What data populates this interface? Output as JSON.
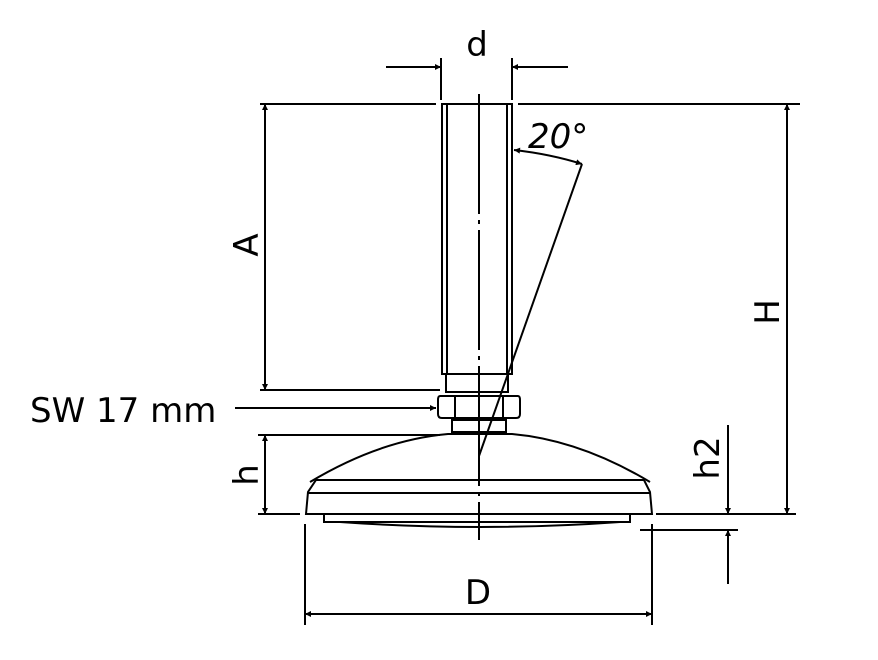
{
  "diagram": {
    "title": "Leveling foot technical drawing",
    "labels": {
      "d": "d",
      "angle": "20°",
      "A": "A",
      "H": "H",
      "sw": "SW 17 mm",
      "h": "h",
      "h2": "h2",
      "D": "D"
    },
    "colors": {
      "line": "#000000",
      "background": "#ffffff"
    }
  }
}
